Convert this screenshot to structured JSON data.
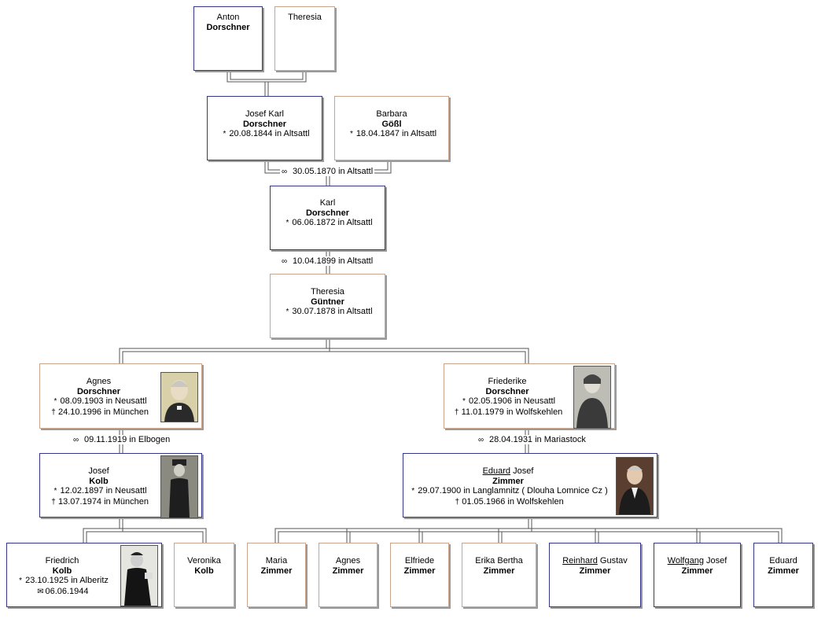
{
  "persons": {
    "anton": {
      "given": "Anton",
      "surname": "Dorschner"
    },
    "theresia0": {
      "given": "Theresia",
      "surname": ""
    },
    "josefkarl": {
      "given": "Josef Karl",
      "surname": "Dorschner",
      "birth": "20.08.1844 in Altsattl"
    },
    "barbara": {
      "given": "Barbara",
      "surname": "Gößl",
      "birth": "18.04.1847 in Altsattl"
    },
    "karl": {
      "given": "Karl",
      "surname": "Dorschner",
      "birth": "06.06.1872 in Altsattl"
    },
    "theresia": {
      "given": "Theresia",
      "surname": "Güntner",
      "birth": "30.07.1878 in Altsattl"
    },
    "agnes": {
      "given": "Agnes",
      "surname": "Dorschner",
      "birth": "08.09.1903 in Neusattl",
      "death": "24.10.1996 in München"
    },
    "friederike": {
      "given": "Friederike",
      "surname": "Dorschner",
      "birth": "02.05.1906 in Neusattl",
      "death": "11.01.1979 in Wolfskehlen"
    },
    "josef": {
      "given": "Josef",
      "surname": "Kolb",
      "birth": "12.02.1897 in Neusattl",
      "death": "13.07.1974 in München"
    },
    "eduard": {
      "given_u": "Eduard",
      "given_rest": " Josef",
      "surname": "Zimmer",
      "birth": "29.07.1900 in Langlamnitz ( Dlouha Lomnice Cz )",
      "death": "01.05.1966 in Wolfskehlen"
    },
    "friedrich": {
      "given": "Friedrich",
      "surname": "Kolb",
      "birth": "23.10.1925 in Alberitz",
      "fallen": "06.06.1944"
    },
    "veronika": {
      "given": "Veronika",
      "surname": "Kolb"
    },
    "maria": {
      "given": "Maria",
      "surname": "Zimmer"
    },
    "agnes2": {
      "given": "Agnes",
      "surname": "Zimmer"
    },
    "elfriede": {
      "given": "Elfriede",
      "surname": "Zimmer"
    },
    "erika": {
      "given": "Erika Bertha",
      "surname": "Zimmer"
    },
    "reinhard": {
      "given_u": "Reinhard",
      "given_rest": " Gustav",
      "surname": "Zimmer"
    },
    "wolfgang": {
      "given_u": "Wolfgang",
      "given_rest": " Josef",
      "surname": "Zimmer"
    },
    "eduard2": {
      "given": "Eduard",
      "surname": "Zimmer"
    }
  },
  "marriages": {
    "m1": "30.05.1870 in Altsattl",
    "m2": "10.04.1899 in Altsattl",
    "m3": "09.11.1919 in Elbogen",
    "m4": "28.04.1931 in Mariastock"
  },
  "symbols": {
    "birth": "*",
    "death": "†",
    "fallen": "✉",
    "marriage": "∞"
  }
}
